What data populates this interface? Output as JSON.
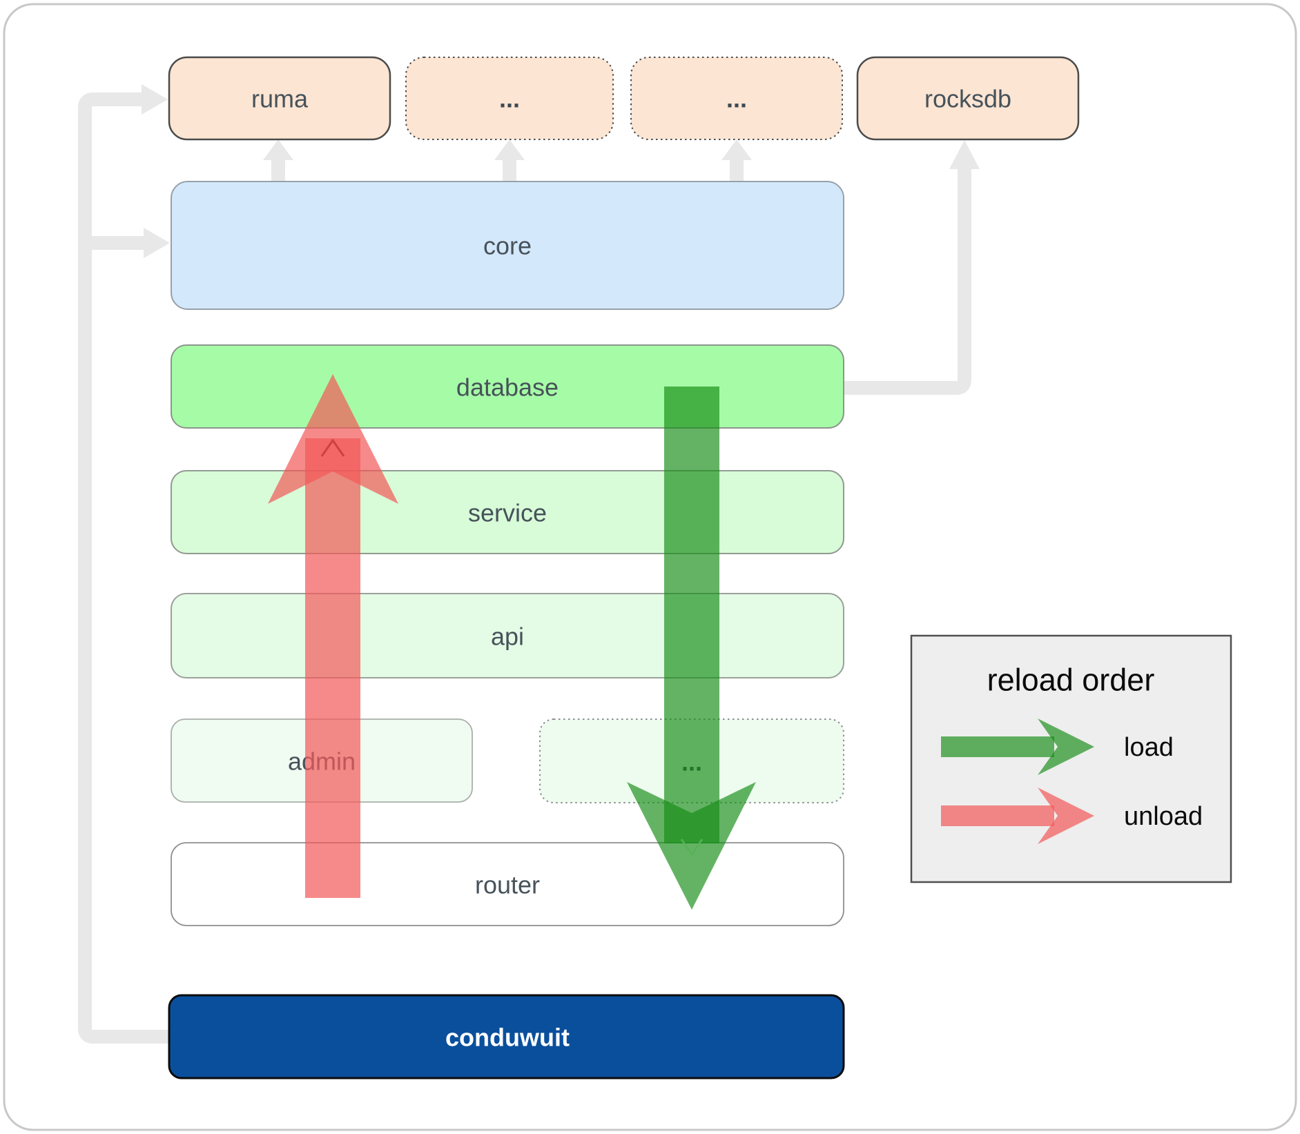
{
  "nodes": {
    "ruma": {
      "label": "ruma"
    },
    "dep_more_1": {
      "label": "..."
    },
    "dep_more_2": {
      "label": "..."
    },
    "rocksdb": {
      "label": "rocksdb"
    },
    "core": {
      "label": "core"
    },
    "database": {
      "label": "database"
    },
    "service": {
      "label": "service"
    },
    "api": {
      "label": "api"
    },
    "admin": {
      "label": "admin"
    },
    "admin_more": {
      "label": "..."
    },
    "router": {
      "label": "router"
    },
    "conduwuit": {
      "label": "conduwuit"
    }
  },
  "legend": {
    "title": "reload order",
    "load_label": "load",
    "unload_label": "unload"
  },
  "colors": {
    "load_green": "#148c14",
    "unload_red": "#f25858",
    "dependency_peach": "#fce5d3",
    "core_blue": "#d4e8fb",
    "database_green": "#a6fca6",
    "service_green": "#d8fbd8",
    "api_green": "#e4fce6",
    "conduwuit_blue": "#0a4f9c",
    "connector_gray": "#e8e8e8",
    "legend_bg": "#eeeeee"
  }
}
